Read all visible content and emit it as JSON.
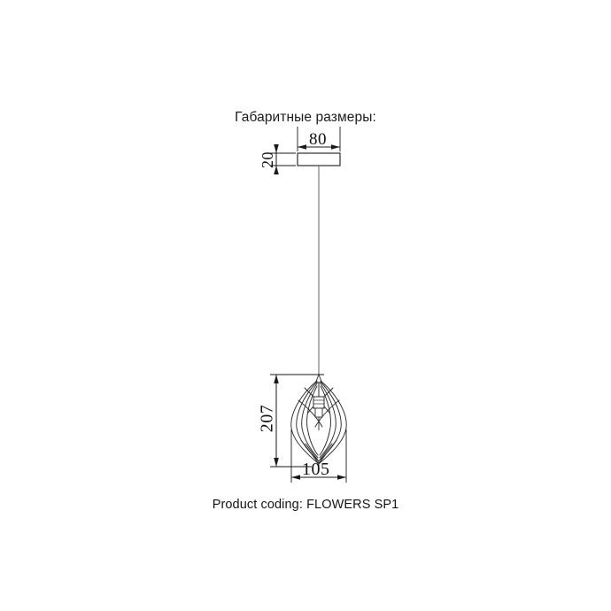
{
  "sheet": {
    "title": "Габаритные размеры:",
    "product_coding": "Product coding: FLOWERS SP1",
    "background_color": "#ffffff",
    "line_color": "#1a1a1a"
  },
  "dimensions": {
    "canopy_width": "80",
    "canopy_height": "20",
    "shade_height": "207",
    "shade_width": "105"
  },
  "drawing": {
    "parts": {
      "canopy": "ceiling-canopy",
      "cord": "suspension-cord",
      "shade": "flower-petal-shade",
      "socket": "lamp-socket"
    }
  }
}
